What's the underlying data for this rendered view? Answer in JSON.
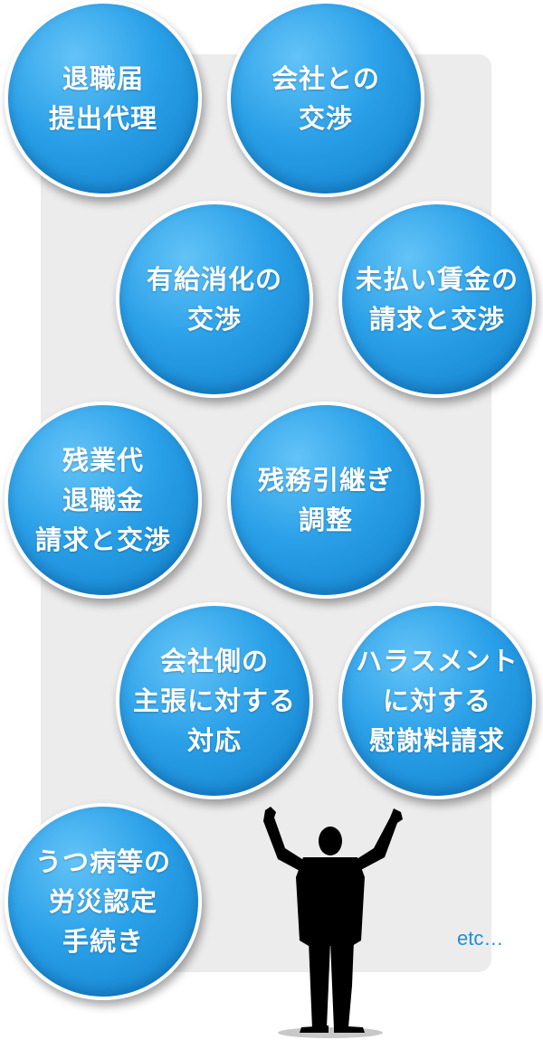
{
  "bubbles": [
    {
      "name": "bubble-resignation-submission",
      "text": "退職届\n提出代理"
    },
    {
      "name": "bubble-company-negotiation",
      "text": "会社との\n交渉"
    },
    {
      "name": "bubble-paid-leave-negotiation",
      "text": "有給消化の\n交渉"
    },
    {
      "name": "bubble-unpaid-wages",
      "text": "未払い賃金の\n請求と交渉"
    },
    {
      "name": "bubble-overtime-retirement-pay",
      "text": "残業代\n退職金\n請求と交渉"
    },
    {
      "name": "bubble-handover-adjustment",
      "text": "残務引継ぎ\n調整"
    },
    {
      "name": "bubble-company-claims",
      "text": "会社側の\n主張に対する\n対応"
    },
    {
      "name": "bubble-harassment-damages",
      "text": "ハラスメント\nに対する\n慰謝料請求"
    },
    {
      "name": "bubble-depression-workcomp",
      "text": "うつ病等の\n労災認定\n手続き"
    }
  ],
  "etc_label": "etc…",
  "colors": {
    "bubble": "#1a8fdb",
    "panel": "#ececec",
    "etc": "#1e8fd8",
    "silhouette": "#000000"
  },
  "icons": {
    "person": "celebrating-person-silhouette"
  }
}
